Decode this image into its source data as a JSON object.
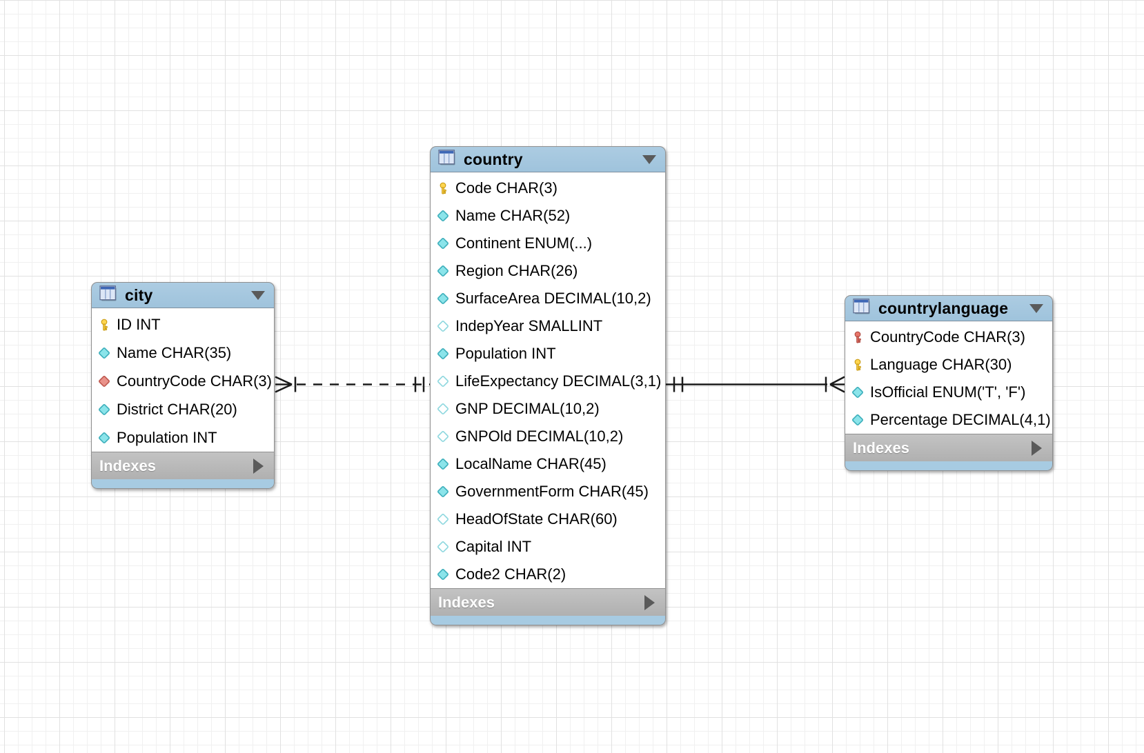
{
  "diagram": {
    "tables": [
      {
        "name": "city",
        "footer_label": "Indexes",
        "columns": [
          {
            "name": "ID INT",
            "icon": "primary-key"
          },
          {
            "name": "Name CHAR(35)",
            "icon": "column-notnull"
          },
          {
            "name": "CountryCode CHAR(3)",
            "icon": "foreign-key"
          },
          {
            "name": "District CHAR(20)",
            "icon": "column-notnull"
          },
          {
            "name": "Population INT",
            "icon": "column-notnull"
          }
        ]
      },
      {
        "name": "country",
        "footer_label": "Indexes",
        "columns": [
          {
            "name": "Code CHAR(3)",
            "icon": "primary-key"
          },
          {
            "name": "Name CHAR(52)",
            "icon": "column-notnull"
          },
          {
            "name": "Continent ENUM(...)",
            "icon": "column-notnull"
          },
          {
            "name": "Region CHAR(26)",
            "icon": "column-notnull"
          },
          {
            "name": "SurfaceArea DECIMAL(10,2)",
            "icon": "column-notnull"
          },
          {
            "name": "IndepYear SMALLINT",
            "icon": "column-nullable"
          },
          {
            "name": "Population INT",
            "icon": "column-notnull"
          },
          {
            "name": "LifeExpectancy DECIMAL(3,1)",
            "icon": "column-nullable"
          },
          {
            "name": "GNP DECIMAL(10,2)",
            "icon": "column-nullable"
          },
          {
            "name": "GNPOld DECIMAL(10,2)",
            "icon": "column-nullable"
          },
          {
            "name": "LocalName CHAR(45)",
            "icon": "column-notnull"
          },
          {
            "name": "GovernmentForm CHAR(45)",
            "icon": "column-notnull"
          },
          {
            "name": "HeadOfState CHAR(60)",
            "icon": "column-nullable"
          },
          {
            "name": "Capital INT",
            "icon": "column-nullable"
          },
          {
            "name": "Code2 CHAR(2)",
            "icon": "column-notnull"
          }
        ]
      },
      {
        "name": "countrylanguage",
        "footer_label": "Indexes",
        "columns": [
          {
            "name": "CountryCode CHAR(3)",
            "icon": "primary-foreign-key"
          },
          {
            "name": "Language CHAR(30)",
            "icon": "primary-key"
          },
          {
            "name": "IsOfficial ENUM('T', 'F')",
            "icon": "column-notnull"
          },
          {
            "name": "Percentage DECIMAL(4,1)",
            "icon": "column-notnull"
          }
        ]
      }
    ],
    "relationships": [
      {
        "from_table": "city",
        "to_table": "country",
        "type": "non-identifying",
        "line_style": "dashed",
        "from_cardinality": "many-mandatory",
        "to_cardinality": "one-mandatory"
      },
      {
        "from_table": "countrylanguage",
        "to_table": "country",
        "type": "identifying",
        "line_style": "solid",
        "from_cardinality": "many-mandatory",
        "to_cardinality": "one-mandatory"
      }
    ],
    "colors": {
      "header_blue": "#9FC3DC",
      "header_blue_light": "#ACCCE2",
      "footer_blue": "#A7CBE2",
      "indexes_gray": "#B0B0B0",
      "indexes_gray_light": "#C3C3C3",
      "indexes_text": "#FFFFFF",
      "title_text": "#000000",
      "row_text": "#000000",
      "table_border": "#8F8F8F",
      "collapse_arrow": "#5A5A5A",
      "relationship_line": "#1A1A1A",
      "grid_minor": "#F0F0F0",
      "grid_major": "#E1E1E1",
      "pk_key_fill": "#FFD54F",
      "pk_key_stroke": "#C99B13",
      "fk_key_fill": "#E8756A",
      "fk_key_stroke": "#AE4A41",
      "diamond_filled_fill": "#8BE4EA",
      "diamond_filled_stroke": "#3FB0BC",
      "diamond_hollow_fill": "#FEFFFF",
      "diamond_hollow_stroke": "#8FD8DF",
      "diamond_fk_fill": "#E9928A",
      "diamond_fk_stroke": "#C05A51"
    }
  }
}
